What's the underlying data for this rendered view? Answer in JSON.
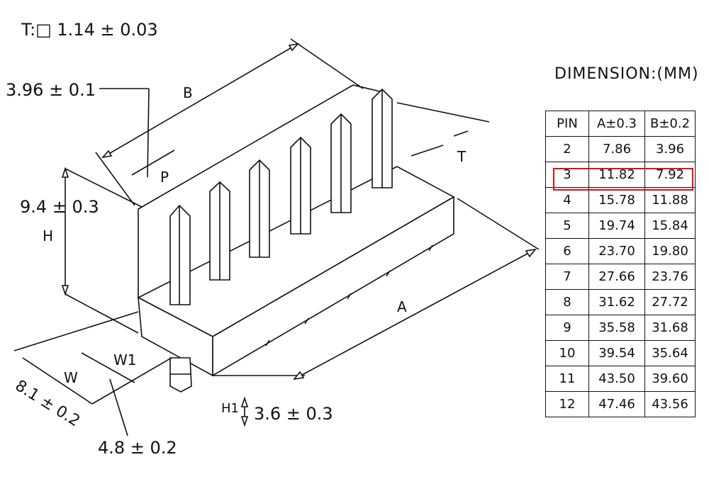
{
  "labels": {
    "thickness": "T:□ 1.14 ± 0.03",
    "pitch_value": "3.96 ± 0.1",
    "height_value": "9.4 ± 0.3",
    "width_value": "8.1 ± 0.2",
    "w1_value": "4.8 ± 0.2",
    "h1_value": "3.6 ± 0.3",
    "B": "B",
    "P": "P",
    "H": "H",
    "T": "T",
    "A": "A",
    "W": "W",
    "W1": "W1",
    "H1": "H1"
  },
  "dimension_title": "DIMENSION:(MM)",
  "table": {
    "headers": [
      "PIN",
      "A±0.3",
      "B±0.2"
    ],
    "rows": [
      [
        "2",
        "7.86",
        "3.96"
      ],
      [
        "3",
        "11.82",
        "7.92"
      ],
      [
        "4",
        "15.78",
        "11.88"
      ],
      [
        "5",
        "19.74",
        "15.84"
      ],
      [
        "6",
        "23.70",
        "19.80"
      ],
      [
        "7",
        "27.66",
        "23.76"
      ],
      [
        "8",
        "31.62",
        "27.72"
      ],
      [
        "9",
        "35.58",
        "31.68"
      ],
      [
        "10",
        "39.54",
        "35.64"
      ],
      [
        "11",
        "43.50",
        "39.60"
      ],
      [
        "12",
        "47.46",
        "43.56"
      ]
    ],
    "highlighted_row": 1,
    "highlight_color": "#dd1111"
  }
}
